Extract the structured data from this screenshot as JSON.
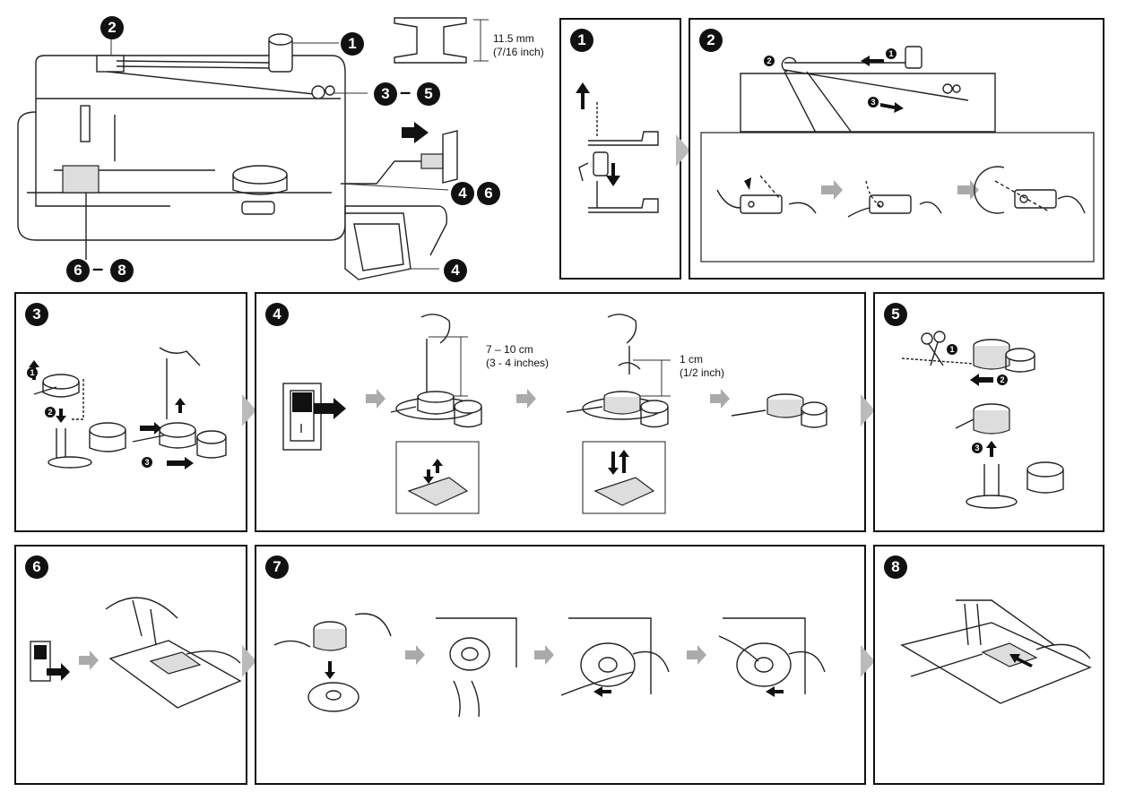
{
  "overview": {
    "callouts": {
      "c1": "1",
      "c2": "2",
      "c35_a": "3",
      "c35_dash": "–",
      "c35_b": "5",
      "c46_a": "4",
      "c46_b": "6",
      "c68_a": "6",
      "c68_dash": "–",
      "c68_b": "8",
      "c4_pedal": "4"
    },
    "bobbin_spec": {
      "size_mm": "11.5 mm",
      "size_inch": "(7/16 inch)"
    }
  },
  "panels": {
    "p1": {
      "badge": "1"
    },
    "p2": {
      "badge": "2",
      "small": [
        "2",
        "1",
        "3"
      ]
    },
    "p3": {
      "badge": "3",
      "small": [
        "1",
        "2",
        "3"
      ]
    },
    "p4": {
      "badge": "4",
      "measure1_a": "7 – 10 cm",
      "measure1_b": "(3 - 4 inches)",
      "measure2_a": "1 cm",
      "measure2_b": "(1/2 inch)"
    },
    "p5": {
      "badge": "5",
      "small": [
        "1",
        "2",
        "3"
      ]
    },
    "p6": {
      "badge": "6"
    },
    "p7": {
      "badge": "7"
    },
    "p8": {
      "badge": "8"
    }
  },
  "colors": {
    "ink": "#111111",
    "arrow_grey": "#aaaaaa"
  }
}
